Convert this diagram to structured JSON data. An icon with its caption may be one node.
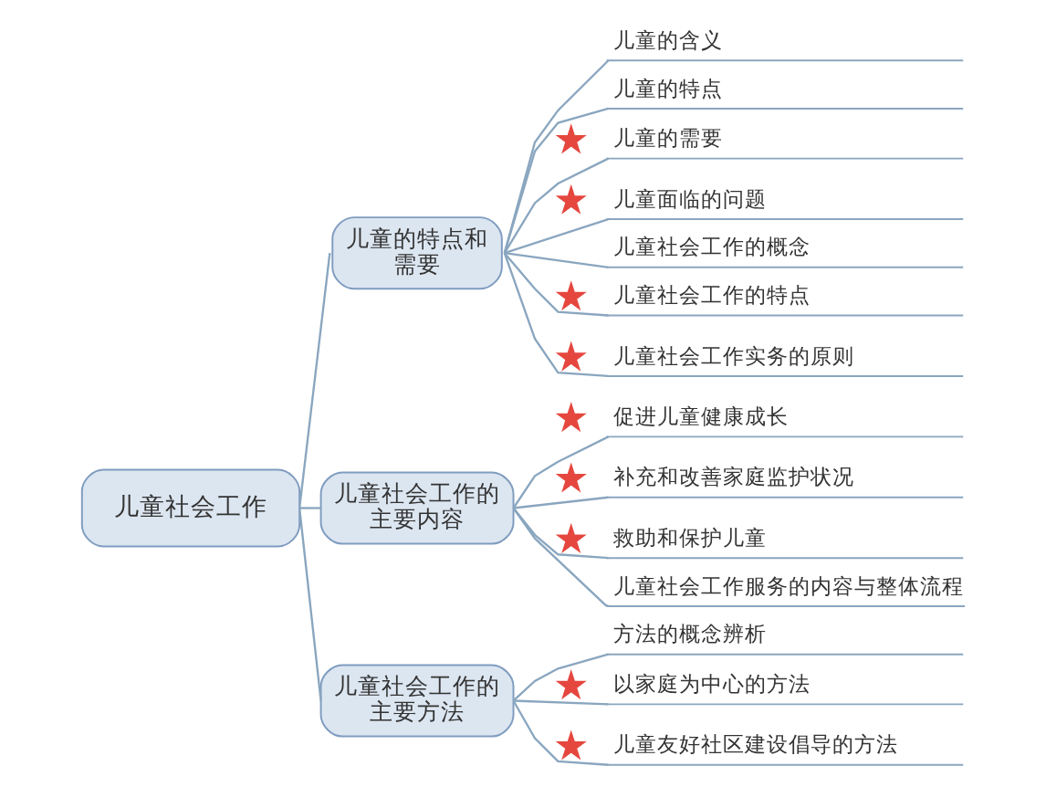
{
  "diagram": {
    "nodes": [
      {
        "text": [
          "儿童社会工作"
        ]
      },
      {
        "text": [
          "儿童的特点和需要"
        ]
      },
      {
        "text": [
          "儿童的含义"
        ]
      },
      {
        "text": [
          "儿童的特点"
        ]
      },
      {
        "text": [
          "儿童的需要"
        ]
      },
      {
        "text": [
          "儿童面临的问题"
        ]
      },
      {
        "text": [
          "儿童社会工作的概念"
        ]
      },
      {
        "text": [
          "儿童社会工作的特点"
        ]
      },
      {
        "text": [
          "儿童社会工作实务的原则"
        ]
      },
      {
        "text": [
          "儿童社会工作的主要内容"
        ]
      },
      {
        "text": [
          "促进儿童健康成长"
        ]
      },
      {
        "text": [
          "补充和改善家庭监护状况"
        ]
      },
      {
        "text": [
          "救助和保护儿童"
        ]
      },
      {
        "text": [
          "儿童社会工作服务的内容与整体流程"
        ]
      },
      {
        "text": [
          "儿童社会工作的主要方法"
        ]
      },
      {
        "text": [
          "方法的概念辨析"
        ]
      },
      {
        "text": [
          "以家庭为中心的方法"
        ]
      },
      {
        "text": [
          "儿童友好社区建设倡导的方法"
        ]
      }
    ],
    "edges": [
      {
        "from": 0,
        "to": 1,
        "arrow": "none"
      },
      {
        "from": 1,
        "to": 2,
        "arrow": "none"
      },
      {
        "from": 1,
        "to": 3,
        "arrow": "none"
      },
      {
        "from": 1,
        "to": 4,
        "arrow": "none"
      },
      {
        "from": 1,
        "to": 5,
        "arrow": "none"
      },
      {
        "from": 1,
        "to": 6,
        "arrow": "none"
      },
      {
        "from": 1,
        "to": 7,
        "arrow": "none"
      },
      {
        "from": 1,
        "to": 8,
        "arrow": "none"
      },
      {
        "from": 0,
        "to": 9,
        "arrow": "none"
      },
      {
        "from": 9,
        "to": 10,
        "arrow": "none"
      },
      {
        "from": 9,
        "to": 11,
        "arrow": "none"
      },
      {
        "from": 9,
        "to": 12,
        "arrow": "none"
      },
      {
        "from": 9,
        "to": 13,
        "arrow": "none"
      },
      {
        "from": 0,
        "to": 14,
        "arrow": "none"
      },
      {
        "from": 14,
        "to": 15,
        "arrow": "none"
      },
      {
        "from": 14,
        "to": 16,
        "arrow": "none"
      },
      {
        "from": 14,
        "to": 17,
        "arrow": "none"
      }
    ]
  }
}
